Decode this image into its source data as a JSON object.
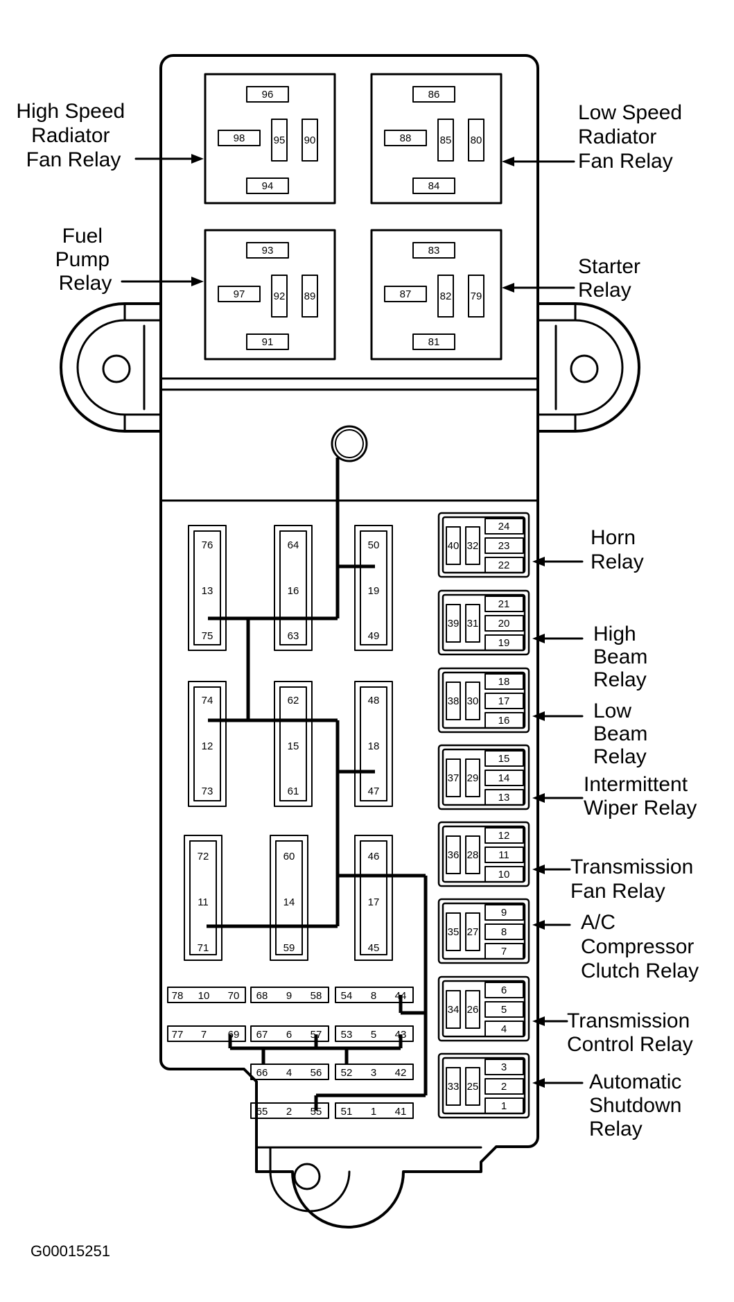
{
  "figure_id": "G00015251",
  "callouts": {
    "high_speed_fan": [
      "High Speed",
      "Radiator",
      "Fan Relay"
    ],
    "low_speed_fan": [
      "Low Speed",
      "Radiator",
      "Fan Relay"
    ],
    "fuel_pump": [
      "Fuel",
      "Pump",
      "Relay"
    ],
    "starter": [
      "Starter",
      "Relay"
    ],
    "horn": [
      "Horn",
      "Relay"
    ],
    "high_beam": [
      "High",
      "Beam",
      "Relay"
    ],
    "low_beam": [
      "Low",
      "Beam",
      "Relay"
    ],
    "wiper": [
      "Intermittent",
      "Wiper Relay"
    ],
    "trans_fan": [
      "Transmission",
      "Fan Relay"
    ],
    "ac": [
      "A/C",
      "Compressor",
      "Clutch Relay"
    ],
    "trans_control": [
      "Transmission",
      "Control Relay"
    ],
    "asd": [
      "Automatic",
      "Shutdown",
      "Relay"
    ]
  },
  "large_relays": {
    "high_speed_fan": {
      "top": "96",
      "left": "98",
      "mid": "95",
      "right": "90",
      "bottom": "94"
    },
    "low_speed_fan": {
      "top": "86",
      "left": "88",
      "mid": "85",
      "right": "80",
      "bottom": "84"
    },
    "fuel_pump": {
      "top": "93",
      "left": "97",
      "mid": "92",
      "right": "89",
      "bottom": "91"
    },
    "starter": {
      "top": "83",
      "left": "87",
      "mid": "82",
      "right": "79",
      "bottom": "81"
    }
  },
  "small_relays": {
    "horn": {
      "a": "40",
      "b": "32",
      "c": [
        "24",
        "23",
        "22"
      ]
    },
    "high_beam": {
      "a": "39",
      "b": "31",
      "c": [
        "21",
        "20",
        "19"
      ]
    },
    "low_beam": {
      "a": "38",
      "b": "30",
      "c": [
        "18",
        "17",
        "16"
      ]
    },
    "wiper": {
      "a": "37",
      "b": "29",
      "c": [
        "15",
        "14",
        "13"
      ]
    },
    "trans_fan": {
      "a": "36",
      "b": "28",
      "c": [
        "12",
        "11",
        "10"
      ]
    },
    "ac": {
      "a": "35",
      "b": "27",
      "c": [
        "9",
        "8",
        "7"
      ]
    },
    "trans_control": {
      "a": "34",
      "b": "26",
      "c": [
        "6",
        "5",
        "4"
      ]
    },
    "asd": {
      "a": "33",
      "b": "25",
      "c": [
        "3",
        "2",
        "1"
      ]
    }
  },
  "fuses": {
    "col1_row1": [
      "76",
      "13",
      "75"
    ],
    "col2_row1": [
      "64",
      "16",
      "63"
    ],
    "col3_row1": [
      "50",
      "19",
      "49"
    ],
    "col1_row2": [
      "74",
      "12",
      "73"
    ],
    "col2_row2": [
      "62",
      "15",
      "61"
    ],
    "col3_row2": [
      "48",
      "18",
      "47"
    ],
    "col1_row3": [
      "72",
      "11",
      "71"
    ],
    "col2_row3": [
      "60",
      "14",
      "59"
    ],
    "col3_row3": [
      "46",
      "17",
      "45"
    ]
  },
  "mini_fuses": {
    "row1": [
      [
        "78",
        "10",
        "70"
      ],
      [
        "68",
        "9",
        "58"
      ],
      [
        "54",
        "8",
        "44"
      ]
    ],
    "row2": [
      [
        "77",
        "7",
        "69"
      ],
      [
        "67",
        "6",
        "57"
      ],
      [
        "53",
        "5",
        "43"
      ]
    ],
    "row3": [
      [
        "66",
        "4",
        "56"
      ],
      [
        "52",
        "3",
        "42"
      ]
    ],
    "row4": [
      [
        "65",
        "2",
        "55"
      ],
      [
        "51",
        "1",
        "41"
      ]
    ]
  }
}
